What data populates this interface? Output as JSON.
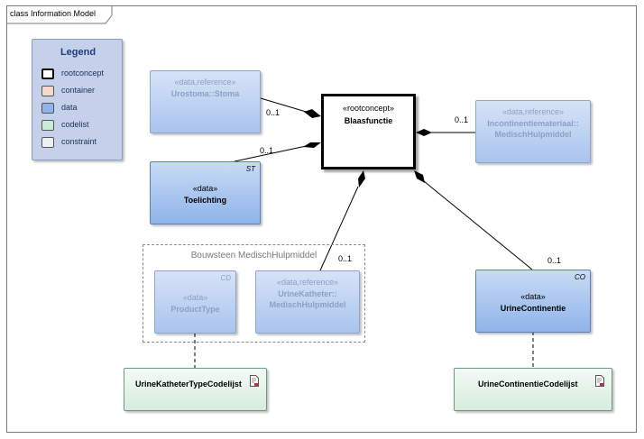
{
  "diagram": {
    "title": "class Information Model",
    "legend": {
      "title": "Legend",
      "items": [
        {
          "label": "rootconcept",
          "color": "#ffffff",
          "border": "#000000"
        },
        {
          "label": "container",
          "color": "#f3d9cf",
          "border": "#555555"
        },
        {
          "label": "data",
          "color": "#8fb4ea",
          "border": "#555555"
        },
        {
          "label": "codelist",
          "color": "#c9ecd6",
          "border": "#555555"
        },
        {
          "label": "constraint",
          "color": "#eef0f8",
          "border": "#555555"
        }
      ]
    },
    "root": {
      "stereotype": "«rootconcept»",
      "name": "Blaasfunctie"
    },
    "classes": {
      "urostoma": {
        "stereotype": "«data,reference»",
        "name": "Urostoma::Stoma"
      },
      "toelichting": {
        "stereotype": "«data»",
        "name": "Toelichting",
        "corner": "ST"
      },
      "incontinentie": {
        "stereotype": "«data,reference»",
        "name_line1": "Incontinentiemateriaal::",
        "name_line2": "MedischHulpmiddel"
      },
      "producttype": {
        "stereotype": "«data»",
        "name": "ProductType",
        "corner": "CD"
      },
      "urinekatheter": {
        "stereotype": "«data,reference»",
        "name_line1": "UrineKatheter::",
        "name_line2": "MedischHulpmiddel"
      },
      "urinecontinentie": {
        "stereotype": "«data»",
        "name": "UrineContinentie",
        "corner": "CO"
      }
    },
    "package": {
      "title": "Bouwsteen MedischHulpmiddel"
    },
    "codelists": {
      "katheter": {
        "name": "UrineKatheterTypeCodelijst"
      },
      "continentie": {
        "name": "UrineContinentieCodelijst"
      }
    },
    "multiplicities": {
      "urostoma": "0..1",
      "toelichting": "0..1",
      "incontinentie": "0..1",
      "urinekatheter": "0..1",
      "urinecontinentie": "0..1"
    },
    "colors": {
      "data_fill": "#8fb4ea",
      "codelist_fill": "#d6eddd",
      "root_border": "#000000"
    }
  }
}
